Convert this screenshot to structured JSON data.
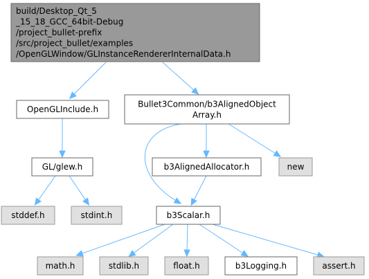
{
  "colors": {
    "root_fill": "#999999",
    "root_stroke": "#666666",
    "node_fill": "#ffffff",
    "node_stroke": "#666666",
    "external_fill": "#e0e0e0",
    "external_stroke": "#999999",
    "edge": "#63b8ff"
  },
  "nodes": {
    "root": {
      "lines": [
        "build/Desktop_Qt_5",
        "_15_18_GCC_64bit-Debug",
        "/project_bullet-prefix",
        "/src/project_bullet/examples",
        "/OpenGLWindow/GLInstanceRendererInternalData.h"
      ]
    },
    "openglinclude": {
      "lines": [
        "OpenGLInclude.h"
      ]
    },
    "b3alignedobjectarray": {
      "lines": [
        "Bullet3Common/b3AlignedObject",
        "Array.h"
      ]
    },
    "glew": {
      "lines": [
        "GL/glew.h"
      ]
    },
    "b3alignedallocator": {
      "lines": [
        "b3AlignedAllocator.h"
      ]
    },
    "new": {
      "lines": [
        "new"
      ]
    },
    "stddef": {
      "lines": [
        "stddef.h"
      ]
    },
    "stdint": {
      "lines": [
        "stdint.h"
      ]
    },
    "b3scalar": {
      "lines": [
        "b3Scalar.h"
      ]
    },
    "math": {
      "lines": [
        "math.h"
      ]
    },
    "stdlib": {
      "lines": [
        "stdlib.h"
      ]
    },
    "float": {
      "lines": [
        "float.h"
      ]
    },
    "b3logging": {
      "lines": [
        "b3Logging.h"
      ]
    },
    "assert": {
      "lines": [
        "assert.h"
      ]
    }
  },
  "edges": [
    [
      "root",
      "openglinclude"
    ],
    [
      "root",
      "b3alignedobjectarray"
    ],
    [
      "openglinclude",
      "glew"
    ],
    [
      "glew",
      "stddef"
    ],
    [
      "glew",
      "stdint"
    ],
    [
      "b3alignedobjectarray",
      "b3alignedallocator"
    ],
    [
      "b3alignedobjectarray",
      "b3scalar"
    ],
    [
      "b3alignedobjectarray",
      "new"
    ],
    [
      "b3alignedallocator",
      "b3scalar"
    ],
    [
      "b3scalar",
      "math"
    ],
    [
      "b3scalar",
      "stdlib"
    ],
    [
      "b3scalar",
      "float"
    ],
    [
      "b3scalar",
      "b3logging"
    ],
    [
      "b3scalar",
      "assert"
    ]
  ]
}
